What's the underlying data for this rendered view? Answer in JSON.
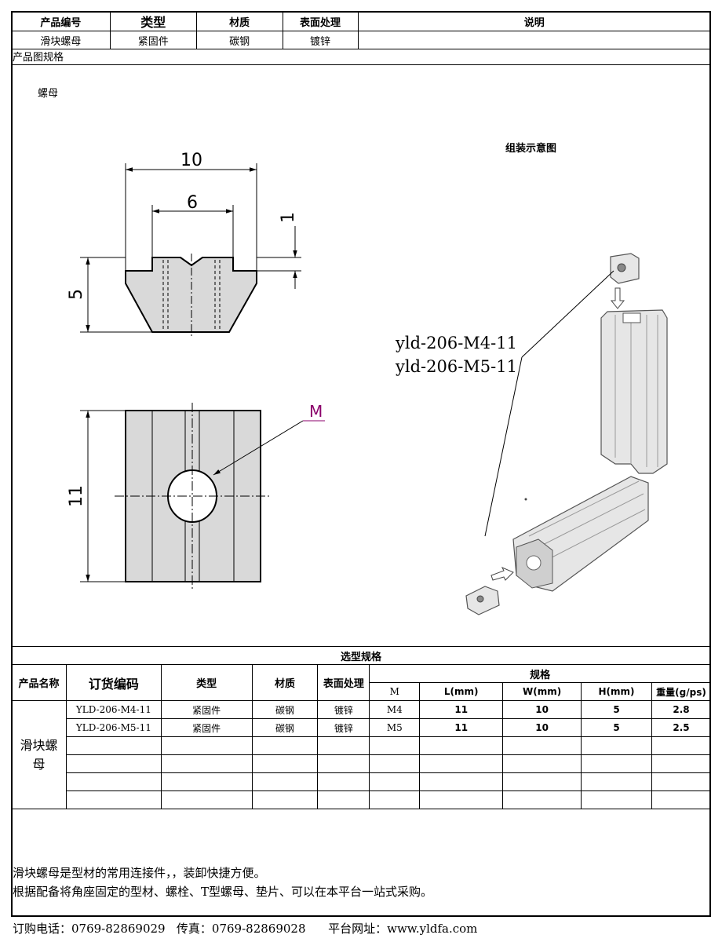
{
  "header": {
    "col_code": "产品编号",
    "col_type": "类型",
    "col_material": "材质",
    "col_surface": "表面处理",
    "col_desc": "说明",
    "val_code": "滑块螺母",
    "val_type": "紧固件",
    "val_material": "碳钢",
    "val_surface": "镀锌",
    "val_desc": ""
  },
  "section_label": "产品图规格",
  "drawing": {
    "part_name": "螺母",
    "assembly_title": "组装示意图",
    "dim_top_width": "10",
    "dim_inner_width": "6",
    "dim_step": "1",
    "dim_height": "5",
    "dim_length": "11",
    "thread_label": "M",
    "model_1": "yld-206-M4-11",
    "model_2": "yld-206-M5-11"
  },
  "spec_table": {
    "title": "选型规格",
    "h_name": "产品名称",
    "h_order": "订货编码",
    "h_type": "类型",
    "h_material": "材质",
    "h_surface": "表面处理",
    "h_spec": "规格",
    "h_m": "M",
    "h_l": "L(mm)",
    "h_w": "W(mm)",
    "h_h": "H(mm)",
    "h_weight": "重量(g/ps)",
    "product_name": "滑块螺母",
    "rows": [
      {
        "order": "YLD-206-M4-11",
        "type": "紧固件",
        "material": "碳钢",
        "surface": "镀锌",
        "m": "M4",
        "l": "11",
        "w": "10",
        "h": "5",
        "weight": "2.8"
      },
      {
        "order": "YLD-206-M5-11",
        "type": "紧固件",
        "material": "碳钢",
        "surface": "镀锌",
        "m": "M5",
        "l": "11",
        "w": "10",
        "h": "5",
        "weight": "2.5"
      }
    ]
  },
  "description": {
    "line1": "滑块螺母是型材的常用连接件，，装卸快捷方便。",
    "line2": "根据配备将角座固定的型材、螺栓、T型螺母、垫片、可以在本平台一站式采购。"
  },
  "footer": {
    "phone": "订购电话：0769-82869029",
    "fax": "传真：0769-82869028",
    "site": "平台网址：www.yldfa.com"
  }
}
